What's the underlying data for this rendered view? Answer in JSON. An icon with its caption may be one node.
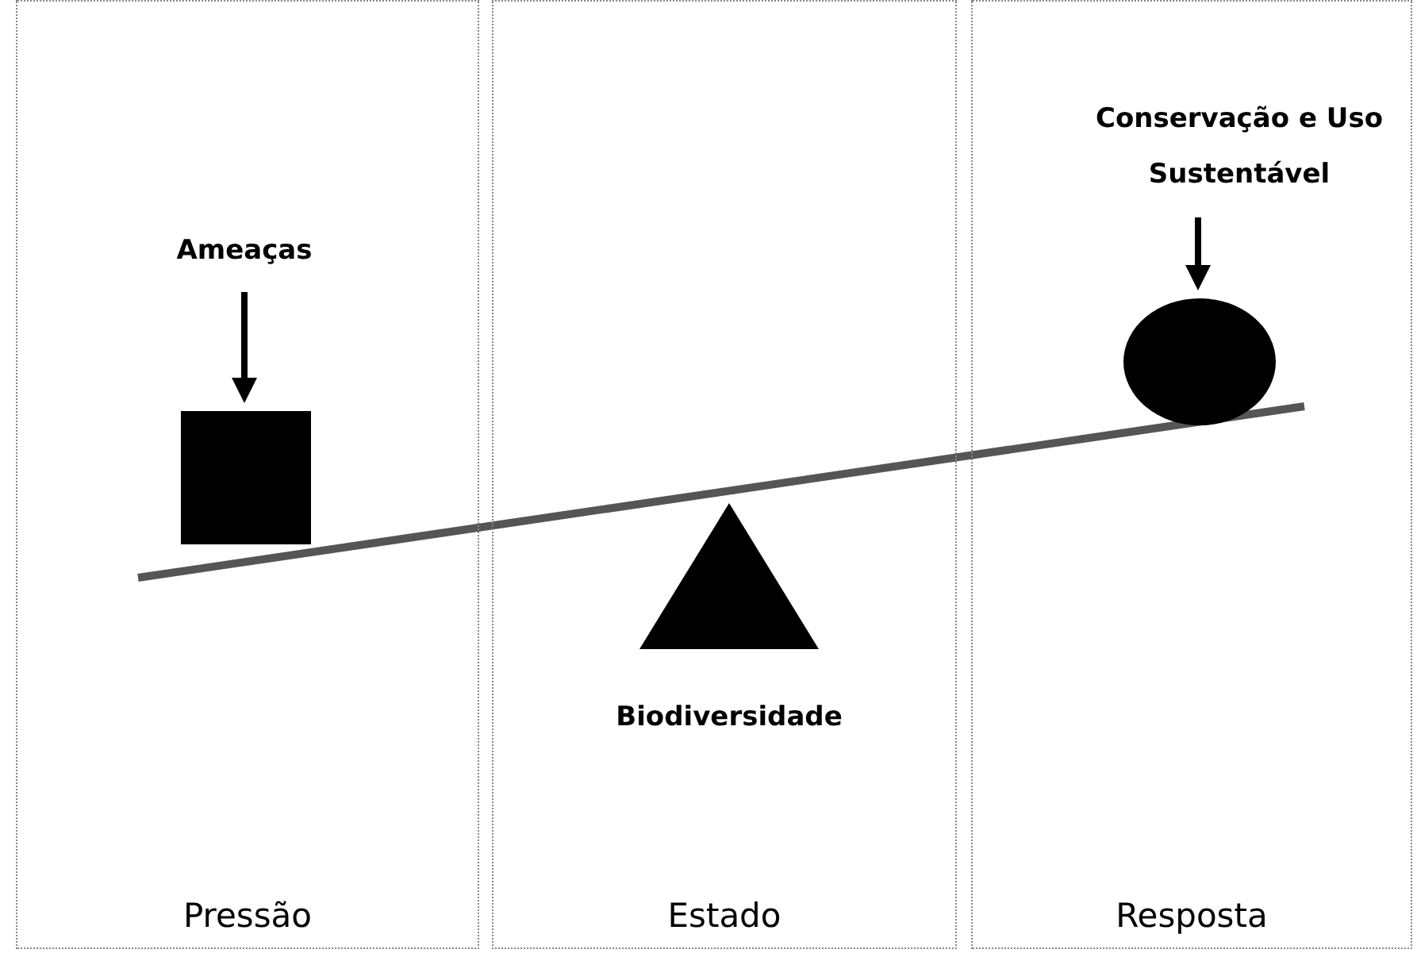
{
  "diagram": {
    "nodes": [
      {
        "text": [
          "Pressão"
        ]
      },
      {
        "text": [
          "Estado"
        ]
      },
      {
        "text": [
          "Resposta"
        ]
      },
      {
        "text": [
          "Ameaças"
        ],
        "in": 0
      },
      {
        "text": [],
        "shape": "box",
        "in": 0
      },
      {
        "text": [],
        "shape": "triangle",
        "in": 1,
        "beside": [
          "Biodiversidade"
        ]
      },
      {
        "text": [
          "Conservação e Uso Sustentável"
        ],
        "in": 2
      },
      {
        "text": [],
        "shape": "circle",
        "in": 2
      }
    ],
    "edges": [
      {
        "from": 3,
        "to": 4,
        "arrow": "to"
      },
      {
        "from": 6,
        "to": 7,
        "arrow": "to"
      }
    ]
  }
}
